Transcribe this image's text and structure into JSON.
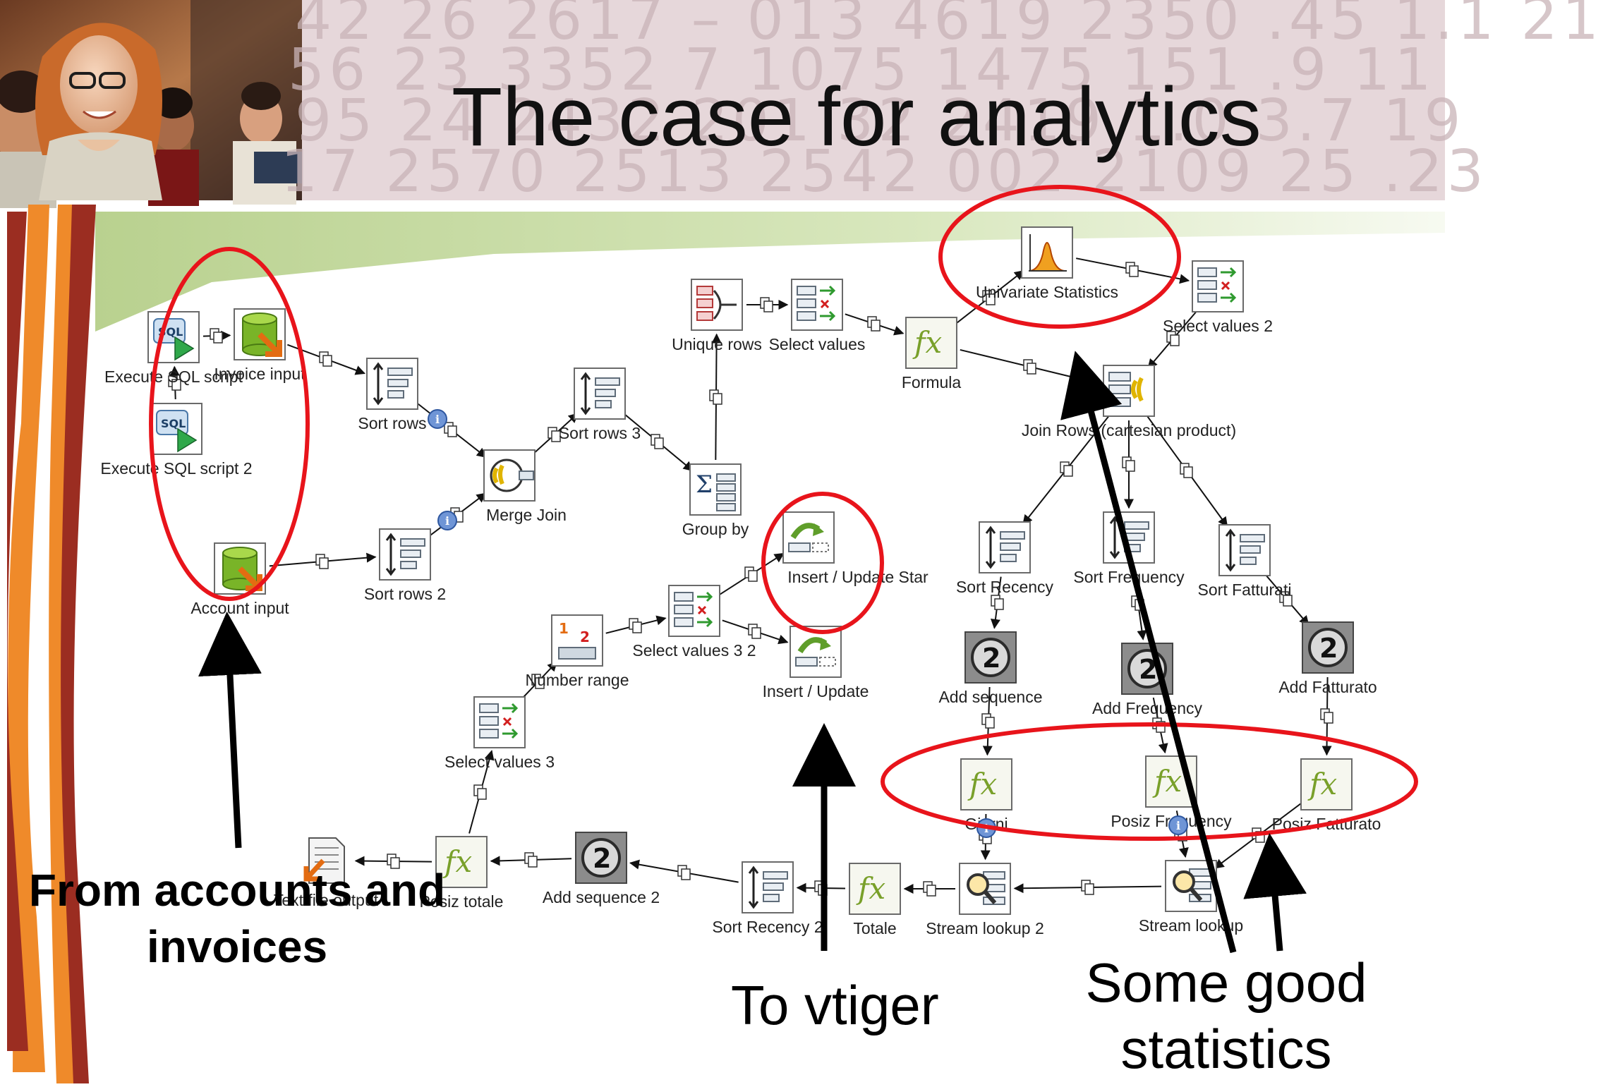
{
  "slide": {
    "title": "The case for analytics",
    "background_numbers": [
      "42  26  2617 – 013  4619  2350  .45 1.1  21",
      "56  23  3352  7  1075  1475  151  .9  11",
      "95  24  2432  201  32  2419  1.0  3.7  19",
      "17  2570  2513  2542  002  2109  25  .23"
    ]
  },
  "flow": {
    "nodes": [
      {
        "id": "execute-sql-script",
        "label": "Execute SQL script",
        "icon": "sql-icon"
      },
      {
        "id": "invoice-input",
        "label": "Invoice input",
        "icon": "table-input-icon"
      },
      {
        "id": "execute-sql-script-2",
        "label": "Execute SQL script 2",
        "icon": "sql-icon"
      },
      {
        "id": "account-input",
        "label": "Account input",
        "icon": "table-input-icon"
      },
      {
        "id": "sort-rows",
        "label": "Sort rows",
        "icon": "sort-rows-icon"
      },
      {
        "id": "sort-rows-2",
        "label": "Sort rows 2",
        "icon": "sort-rows-icon"
      },
      {
        "id": "merge-join",
        "label": "Merge Join",
        "icon": "merge-join-icon"
      },
      {
        "id": "sort-rows-3",
        "label": "Sort rows 3",
        "icon": "sort-rows-icon"
      },
      {
        "id": "group-by",
        "label": "Group by",
        "icon": "group-by-icon"
      },
      {
        "id": "unique-rows",
        "label": "Unique rows",
        "icon": "unique-rows-icon"
      },
      {
        "id": "select-values",
        "label": "Select values",
        "icon": "select-values-icon"
      },
      {
        "id": "formula",
        "label": "Formula",
        "icon": "formula-icon"
      },
      {
        "id": "univariate-statistics",
        "label": "Univariate Statistics",
        "icon": "univariate-statistics-icon"
      },
      {
        "id": "select-values-2",
        "label": "Select values 2",
        "icon": "select-values-icon"
      },
      {
        "id": "join-rows",
        "label": "Join Rows (cartesian product)",
        "icon": "join-rows-icon"
      },
      {
        "id": "sort-recency",
        "label": "Sort Recency",
        "icon": "sort-rows-icon"
      },
      {
        "id": "sort-frequency",
        "label": "Sort Frequency",
        "icon": "sort-rows-icon"
      },
      {
        "id": "sort-fatturati",
        "label": "Sort Fatturati",
        "icon": "sort-rows-icon"
      },
      {
        "id": "add-sequence",
        "label": "Add sequence",
        "icon": "add-sequence-icon"
      },
      {
        "id": "add-frequency",
        "label": "Add Frequency",
        "icon": "add-sequence-icon"
      },
      {
        "id": "add-fatturato",
        "label": "Add Fatturato",
        "icon": "add-sequence-icon"
      },
      {
        "id": "giorni",
        "label": "Giorni",
        "icon": "formula-icon"
      },
      {
        "id": "posiz-frequency",
        "label": "Posiz Frequency",
        "icon": "formula-icon"
      },
      {
        "id": "posiz-fatturato",
        "label": "Posiz Fatturato",
        "icon": "formula-icon"
      },
      {
        "id": "stream-lookup",
        "label": "Stream lookup",
        "icon": "stream-lookup-icon"
      },
      {
        "id": "stream-lookup-2",
        "label": "Stream lookup 2",
        "icon": "stream-lookup-icon"
      },
      {
        "id": "totale",
        "label": "Totale",
        "icon": "formula-icon"
      },
      {
        "id": "sort-recency-2",
        "label": "Sort Recency 2",
        "icon": "sort-rows-icon"
      },
      {
        "id": "add-sequence-2",
        "label": "Add sequence 2",
        "icon": "add-sequence-icon"
      },
      {
        "id": "posiz-totale",
        "label": "Posiz totale",
        "icon": "formula-icon"
      },
      {
        "id": "text-file-output",
        "label": "Text file output",
        "icon": "text-file-output-icon"
      },
      {
        "id": "select-values-3",
        "label": "Select values 3",
        "icon": "select-values-icon"
      },
      {
        "id": "number-range",
        "label": "Number range",
        "icon": "number-range-icon"
      },
      {
        "id": "select-values-3-2",
        "label": "Select values 3 2",
        "icon": "select-values-icon"
      },
      {
        "id": "insert-update-star",
        "label": "Insert / Update Star",
        "icon": "insert-update-icon"
      },
      {
        "id": "insert-update",
        "label": "Insert / Update",
        "icon": "insert-update-icon"
      }
    ],
    "hops": [
      [
        "execute-sql-script",
        "invoice-input"
      ],
      [
        "execute-sql-script-2",
        "execute-sql-script"
      ],
      [
        "invoice-input",
        "sort-rows"
      ],
      [
        "sort-rows",
        "merge-join"
      ],
      [
        "account-input",
        "sort-rows-2"
      ],
      [
        "sort-rows-2",
        "merge-join"
      ],
      [
        "merge-join",
        "sort-rows-3"
      ],
      [
        "sort-rows-3",
        "group-by"
      ],
      [
        "group-by",
        "unique-rows"
      ],
      [
        "unique-rows",
        "select-values"
      ],
      [
        "select-values",
        "formula"
      ],
      [
        "formula",
        "univariate-statistics"
      ],
      [
        "formula",
        "join-rows"
      ],
      [
        "univariate-statistics",
        "select-values-2"
      ],
      [
        "select-values-2",
        "join-rows"
      ],
      [
        "join-rows",
        "sort-recency"
      ],
      [
        "join-rows",
        "sort-frequency"
      ],
      [
        "join-rows",
        "sort-fatturati"
      ],
      [
        "sort-recency",
        "add-sequence"
      ],
      [
        "sort-frequency",
        "add-frequency"
      ],
      [
        "sort-fatturati",
        "add-fatturato"
      ],
      [
        "add-sequence",
        "giorni"
      ],
      [
        "add-frequency",
        "posiz-frequency"
      ],
      [
        "add-fatturato",
        "posiz-fatturato"
      ],
      [
        "posiz-fatturato",
        "stream-lookup"
      ],
      [
        "posiz-frequency",
        "stream-lookup"
      ],
      [
        "giorni",
        "stream-lookup-2"
      ],
      [
        "stream-lookup",
        "stream-lookup-2"
      ],
      [
        "stream-lookup-2",
        "totale"
      ],
      [
        "totale",
        "sort-recency-2"
      ],
      [
        "sort-recency-2",
        "add-sequence-2"
      ],
      [
        "add-sequence-2",
        "posiz-totale"
      ],
      [
        "posiz-totale",
        "text-file-output"
      ],
      [
        "posiz-totale",
        "select-values-3"
      ],
      [
        "select-values-3",
        "number-range"
      ],
      [
        "number-range",
        "select-values-3-2"
      ],
      [
        "select-values-3-2",
        "insert-update-star"
      ],
      [
        "select-values-3-2",
        "insert-update"
      ]
    ]
  },
  "annotations": {
    "accounts": [
      "From accounts and",
      "invoices"
    ],
    "vtiger": "To vtiger",
    "statistics": [
      "Some good",
      "statistics"
    ]
  },
  "colors": {
    "highlight_ellipse": "#e8141b",
    "annotation_arrow": "#000000",
    "ribbon_dark": "#9b2d21",
    "ribbon_orange": "#ef8a2a",
    "canvas_band": "#c8dca8"
  }
}
